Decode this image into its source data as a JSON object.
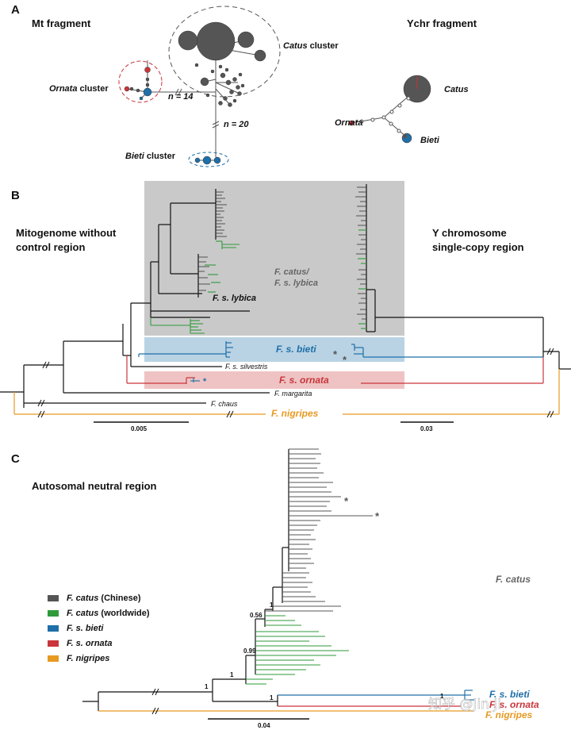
{
  "panels": {
    "a": {
      "label": "A",
      "mt_title": "Mt fragment",
      "ychr_title": "Ychr fragment",
      "catus_cluster_it": "Catus",
      "catus_cluster_rest": " cluster",
      "ornata_cluster_it": "Ornata",
      "ornata_cluster_rest": " cluster",
      "bieti_cluster_it": "Bieti",
      "bieti_cluster_rest": " cluster",
      "n14": "n = 14",
      "n20": "n = 20",
      "y_catus": "Catus",
      "y_ornata": "Ornata",
      "y_bieti": "Bieti"
    },
    "b": {
      "label": "B",
      "left_title_1": "Mitogenome without",
      "left_title_2": "control region",
      "right_title_1": "Y chromosome",
      "right_title_2": "single-copy region",
      "catus_lybica_1": "F. catus/",
      "catus_lybica_2": "F. s. lybica",
      "lybica": "F. s. lybica",
      "bieti": "F. s. bieti",
      "silvestris": "F. s. silvestris",
      "ornata": "F. s. ornata",
      "margarita": "F. margarita",
      "chaus": "F. chaus",
      "nigripes": "F. nigripes",
      "asterisk": "*",
      "scale_left": "0.005",
      "scale_right": "0.03"
    },
    "c": {
      "label": "C",
      "title": "Autosomal neutral region",
      "catus": "F. catus",
      "bieti": "F. s. bieti",
      "ornata": "F. s. ornata",
      "nigripes": "F. nigripes",
      "support_056": "0.56",
      "support_099": "0.99",
      "support_1": "1",
      "asterisk": "*",
      "scale": "0.04"
    }
  },
  "legend": [
    {
      "name_it": "F. catus",
      "name_rest": " (Chinese)",
      "color": "#555555"
    },
    {
      "name_it": "F. catus",
      "name_rest": " (worldwide)",
      "color": "#2e9a3a"
    },
    {
      "name_it": "F. s. bieti",
      "name_rest": "",
      "color": "#1f6fa8"
    },
    {
      "name_it": "F. s. ornata",
      "name_rest": "",
      "color": "#c9353b"
    },
    {
      "name_it": "F. nigripes",
      "name_rest": "",
      "color": "#e69a22"
    }
  ],
  "colors": {
    "catus_chinese": "#555555",
    "catus_worldwide": "#2e9a3a",
    "bieti": "#1f6fa8",
    "ornata": "#c9353b",
    "nigripes": "#e69a22",
    "shade_gray": "#c9c9c9",
    "shade_blue": "#b9d3e4",
    "shade_red": "#efc3c3"
  },
  "watermark": "知乎 @Jin Ji"
}
